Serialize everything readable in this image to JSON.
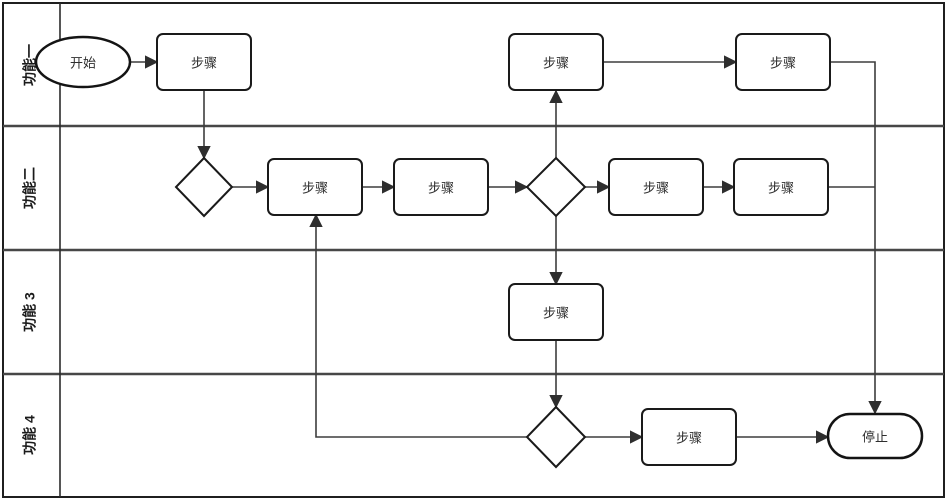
{
  "diagram": {
    "type": "swimlane-flowchart",
    "background": "#ffffff",
    "lanes": [
      {
        "label": "功能一"
      },
      {
        "label": "功能二"
      },
      {
        "label": "功能 3"
      },
      {
        "label": "功能 4"
      }
    ],
    "nodes": [
      {
        "id": "start",
        "shape": "ellipse",
        "lane": 0,
        "label": "开始"
      },
      {
        "id": "step-a1",
        "shape": "rect",
        "lane": 0,
        "label": "步骤"
      },
      {
        "id": "step-a2",
        "shape": "rect",
        "lane": 0,
        "label": "步骤"
      },
      {
        "id": "step-a3",
        "shape": "rect",
        "lane": 0,
        "label": "步骤"
      },
      {
        "id": "decision-b1",
        "shape": "diamond",
        "lane": 1,
        "label": ""
      },
      {
        "id": "step-b1",
        "shape": "rect",
        "lane": 1,
        "label": "步骤"
      },
      {
        "id": "step-b2",
        "shape": "rect",
        "lane": 1,
        "label": "步骤"
      },
      {
        "id": "decision-b2",
        "shape": "diamond",
        "lane": 1,
        "label": ""
      },
      {
        "id": "step-b3",
        "shape": "rect",
        "lane": 1,
        "label": "步骤"
      },
      {
        "id": "step-b4",
        "shape": "rect",
        "lane": 1,
        "label": "步骤"
      },
      {
        "id": "step-c1",
        "shape": "rect",
        "lane": 2,
        "label": "步骤"
      },
      {
        "id": "decision-d1",
        "shape": "diamond",
        "lane": 3,
        "label": ""
      },
      {
        "id": "step-d1",
        "shape": "rect",
        "lane": 3,
        "label": "步骤"
      },
      {
        "id": "stop",
        "shape": "stadium",
        "lane": 3,
        "label": "停止"
      }
    ],
    "edges": [
      {
        "from": "start",
        "to": "step-a1",
        "arrowhead": true
      },
      {
        "from": "step-a1",
        "to": "decision-b1",
        "arrowhead": true
      },
      {
        "from": "decision-b1",
        "to": "step-b1",
        "arrowhead": true
      },
      {
        "from": "step-b1",
        "to": "step-b2",
        "arrowhead": true
      },
      {
        "from": "step-b2",
        "to": "decision-b2",
        "arrowhead": true
      },
      {
        "from": "decision-b2",
        "to": "step-a2",
        "arrowhead": true
      },
      {
        "from": "step-a2",
        "to": "step-a3",
        "arrowhead": true
      },
      {
        "from": "step-a3",
        "to": "stop",
        "arrowhead": true
      },
      {
        "from": "decision-b2",
        "to": "step-b3",
        "arrowhead": true
      },
      {
        "from": "step-b3",
        "to": "step-b4",
        "arrowhead": true
      },
      {
        "from": "step-b4",
        "to": "stop",
        "arrowhead": false
      },
      {
        "from": "decision-b2",
        "to": "step-c1",
        "arrowhead": true
      },
      {
        "from": "step-c1",
        "to": "decision-d1",
        "arrowhead": true
      },
      {
        "from": "decision-d1",
        "to": "step-b1",
        "arrowhead": true
      },
      {
        "from": "decision-d1",
        "to": "step-d1",
        "arrowhead": true
      },
      {
        "from": "step-d1",
        "to": "stop",
        "arrowhead": true
      }
    ],
    "colors": {
      "shape_fill": "#ffffff",
      "shape_stroke": "#1a1a1a",
      "connector": "#3d3d3d",
      "lane_line": "#474747",
      "text": "#2e2e2e"
    }
  }
}
